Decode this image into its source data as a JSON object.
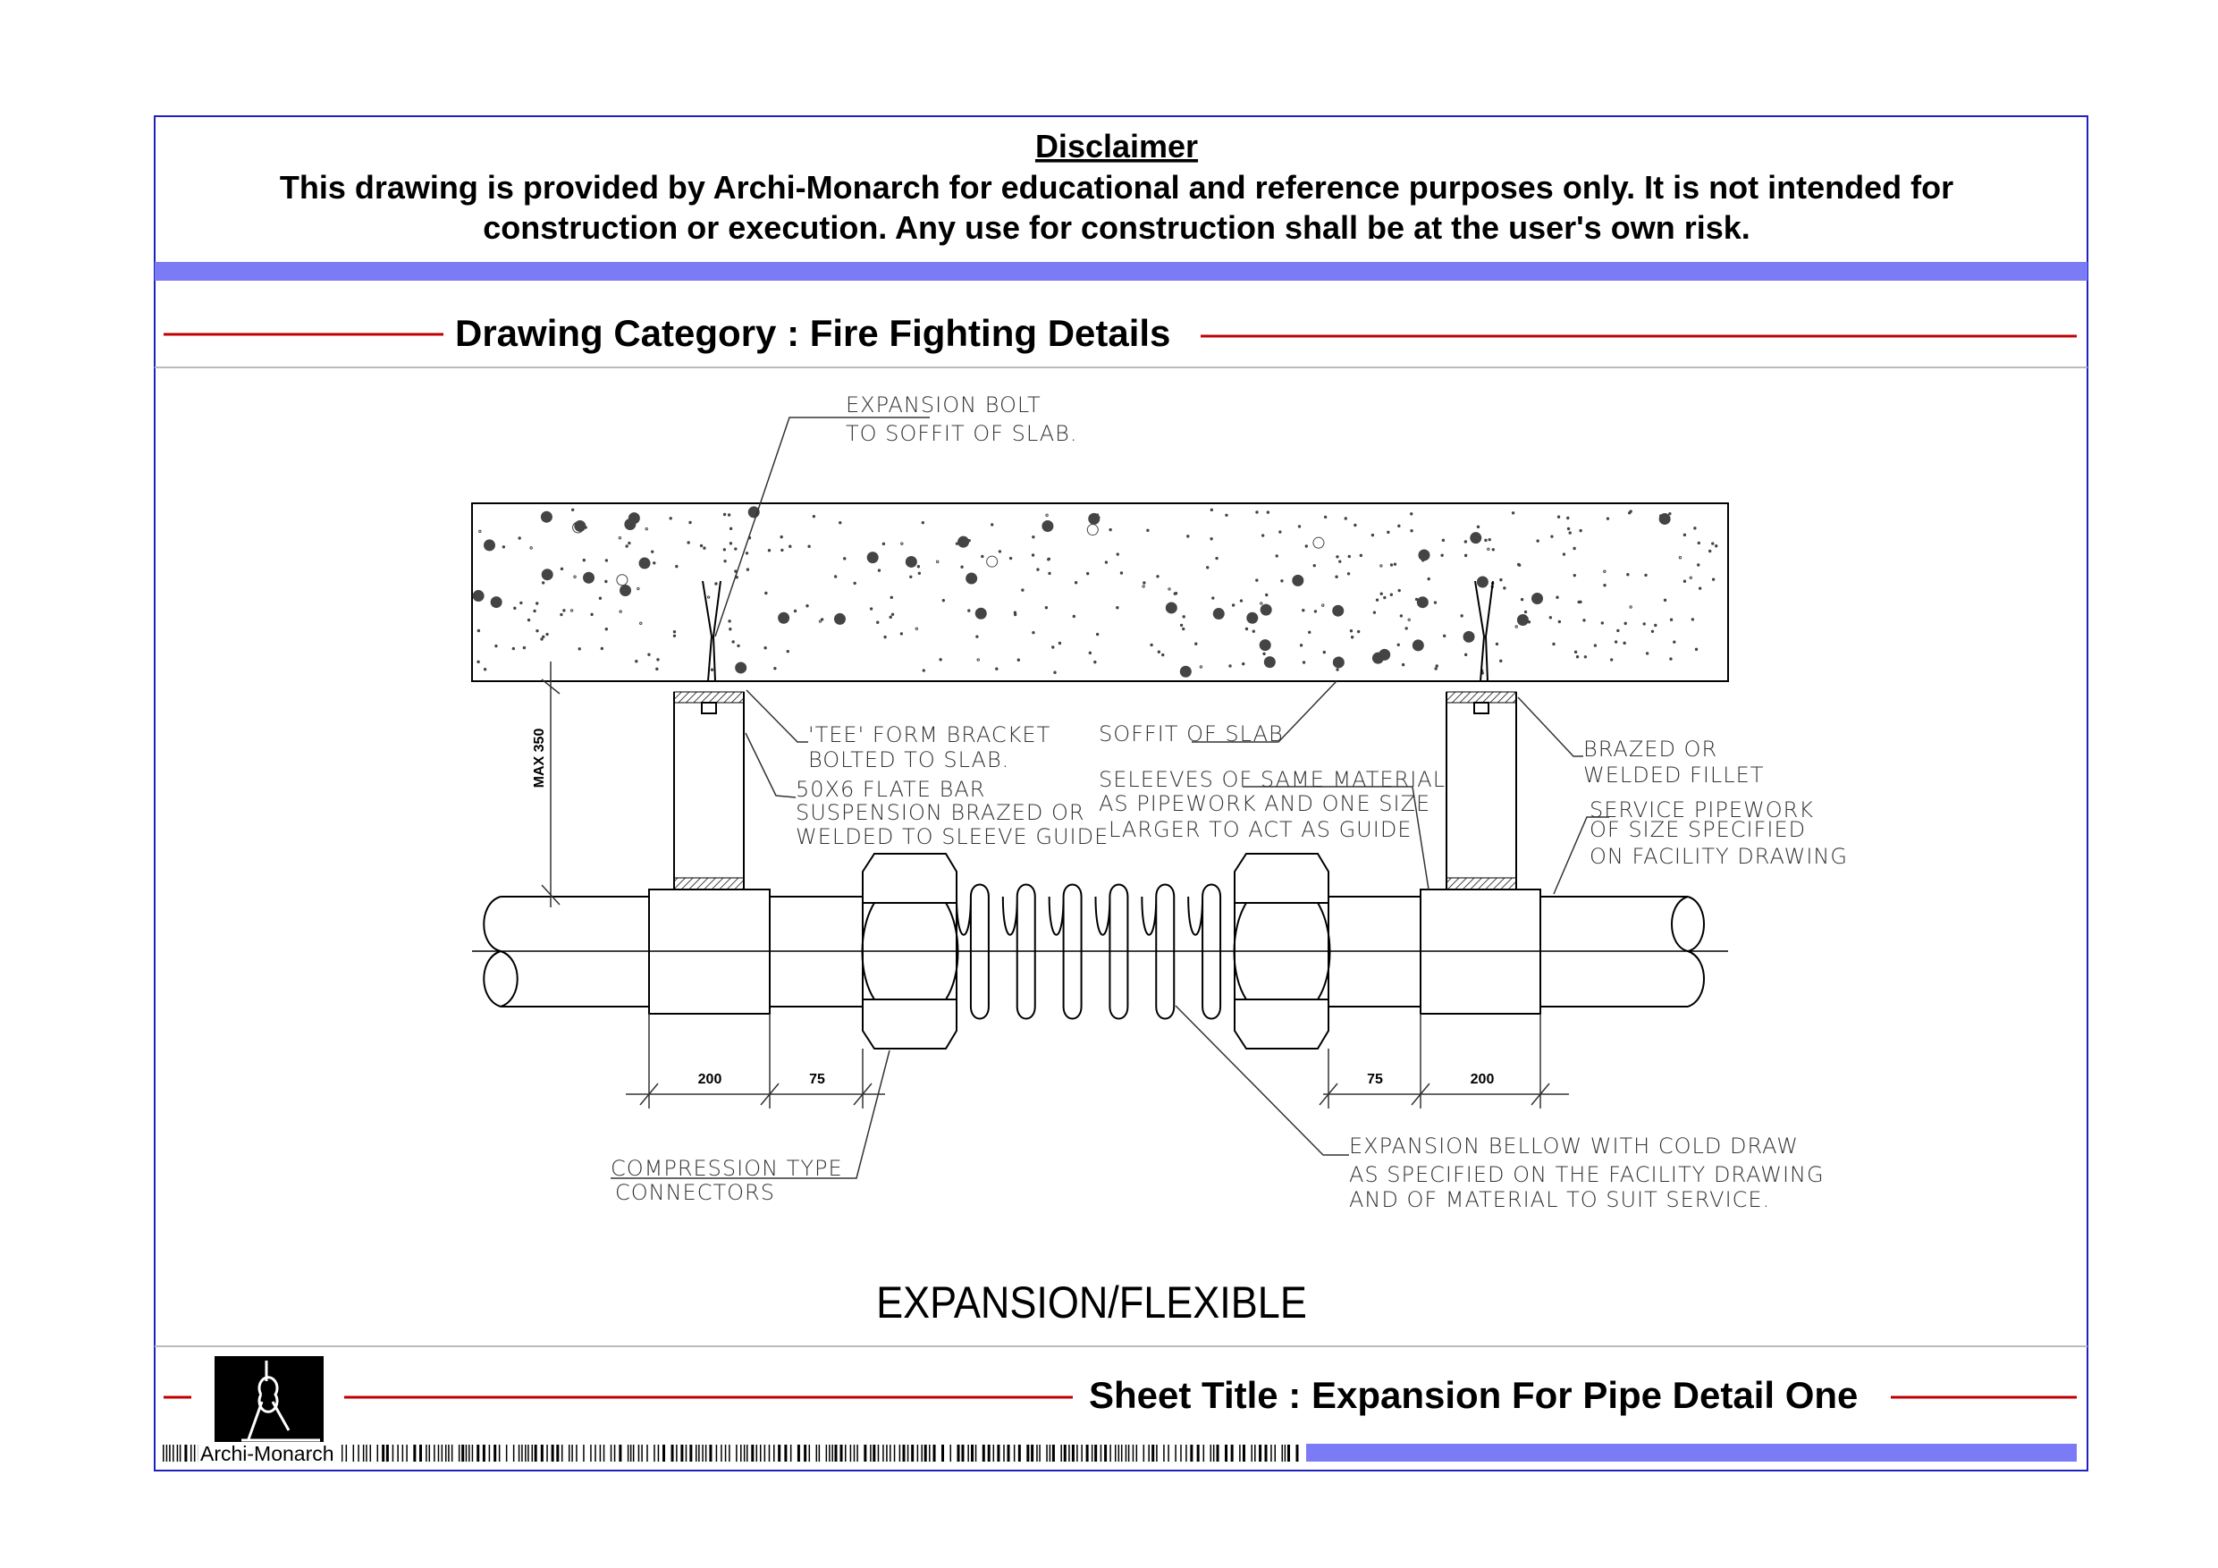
{
  "disclaimer": {
    "title": "Disclaimer",
    "line1": "This drawing is provided by Archi-Monarch for educational and reference purposes only. It is not intended for",
    "line2": "construction or execution. Any use for construction shall be at the user's own risk."
  },
  "category": "Drawing Category : Fire Fighting Details",
  "drawing": {
    "title": "EXPANSION/FLEXIBLE",
    "notes": {
      "bolt": [
        "EXPANSION BOLT",
        "TO SOFFIT OF SLAB."
      ],
      "bracket": [
        "'TEE' FORM BRACKET",
        "BOLTED TO SLAB."
      ],
      "flatbar": [
        "50X6 FLATE BAR",
        "SUSPENSION BRAZED OR",
        "WELDED TO SLEEVE GUIDE"
      ],
      "soffit": "SOFFIT OF SLAB",
      "sleeves": [
        "SELEEVES OF SAME MATERIAL",
        "AS PIPEWORK AND ONE SIZE",
        "LARGER TO ACT AS GUIDE"
      ],
      "brazed": [
        "BRAZED OR",
        "WELDED FILLET"
      ],
      "service": [
        "SERVICE PIPEWORK",
        "OF SIZE SPECIFIED",
        "ON FACILITY DRAWING"
      ],
      "compression": [
        "COMPRESSION TYPE",
        "CONNECTORS"
      ],
      "bellow": [
        "EXPANSION BELLOW WITH COLD DRAW",
        "AS SPECIFIED ON THE FACILITY DRAWING",
        "AND OF MATERIAL TO SUIT SERVICE."
      ]
    },
    "dimensions": {
      "max": "MAX 350",
      "d1": "200",
      "d2": "75",
      "d3": "75",
      "d4": "200"
    }
  },
  "footer": {
    "sheet_title": "Sheet Title : Expansion For Pipe Detail One",
    "brand": "Archi-Monarch"
  },
  "colors": {
    "border": "#2020c0",
    "accent_bar": "#7b7bf5",
    "rule": "#c00000"
  }
}
